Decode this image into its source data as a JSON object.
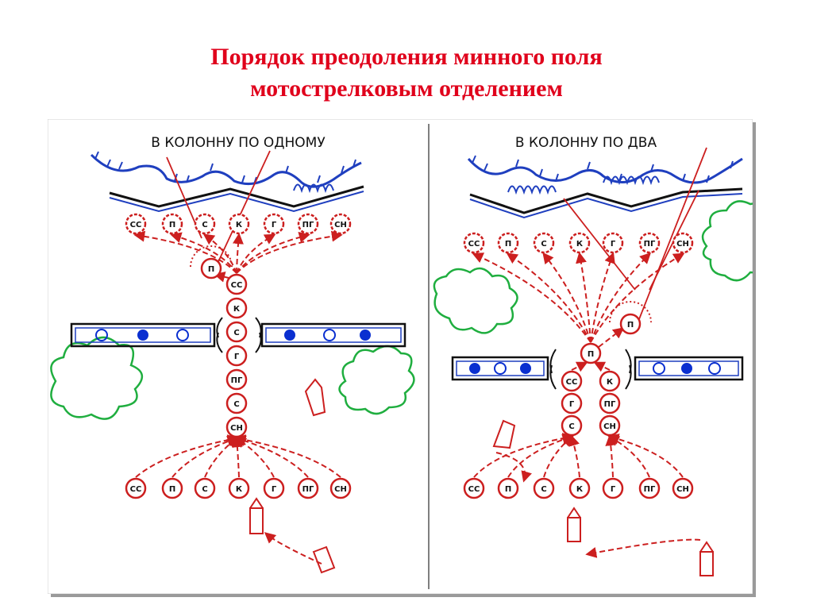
{
  "slide": {
    "title_line1": "Порядок преодоления минного поля",
    "title_line2": "мотострелковым отделением"
  },
  "colors": {
    "title": "#e0001b",
    "arrows": "#cc1f1f",
    "trench": "#1f3fbf",
    "vegetation": "#1fae3f",
    "mines": "#0a2fd0",
    "frame": "#111111"
  },
  "left_panel": {
    "caption": "В КОЛОННУ ПО ОДНОМУ",
    "assault_line": [
      "СС",
      "П",
      "С",
      "К",
      "Г",
      "ПГ",
      "СН"
    ],
    "scout": "П",
    "column": [
      "СС",
      "К",
      "С",
      "Г",
      "ПГ",
      "С",
      "СН"
    ],
    "start_line": [
      "СС",
      "П",
      "С",
      "К",
      "Г",
      "ПГ",
      "СН"
    ]
  },
  "right_panel": {
    "caption": "В КОЛОННУ ПО ДВА",
    "assault_line": [
      "СС",
      "П",
      "С",
      "К",
      "Г",
      "ПГ",
      "СН"
    ],
    "scout": "П",
    "lead": "П",
    "column_left": [
      "СС",
      "Г",
      "С"
    ],
    "column_right": [
      "К",
      "ПГ",
      "СН"
    ],
    "start_line": [
      "СС",
      "П",
      "С",
      "К",
      "Г",
      "ПГ",
      "СН"
    ]
  }
}
